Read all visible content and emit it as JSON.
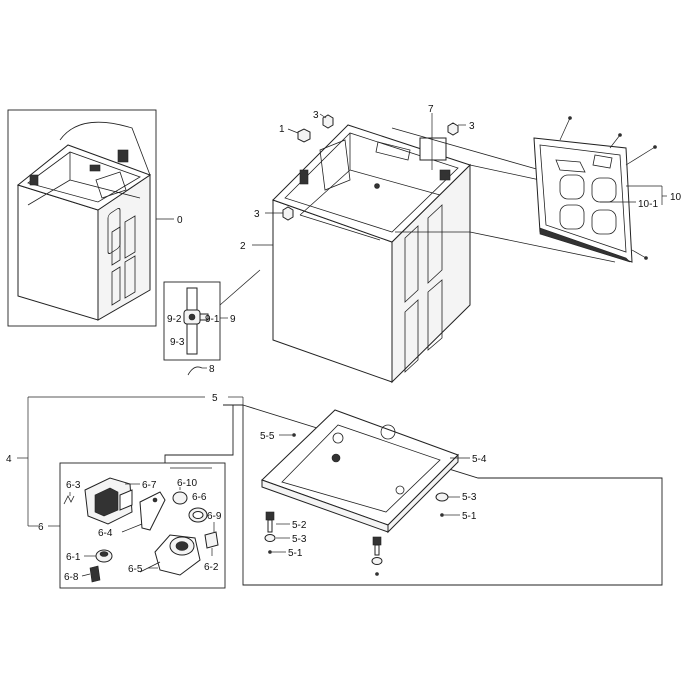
{
  "callouts": {
    "c0": "0",
    "c1": "1",
    "c2": "2",
    "c3a": "3",
    "c3b": "3",
    "c3c": "3",
    "c4": "4",
    "c5": "5",
    "c5_1a": "5-1",
    "c5_1b": "5-1",
    "c5_2": "5-2",
    "c5_3a": "5-3",
    "c5_3b": "5-3",
    "c5_4": "5-4",
    "c5_5": "5-5",
    "c6": "6",
    "c6_1": "6-1",
    "c6_2": "6-2",
    "c6_3": "6-3",
    "c6_4": "6-4",
    "c6_5": "6-5",
    "c6_6": "6-6",
    "c6_7": "6-7",
    "c6_8": "6-8",
    "c6_9": "6-9",
    "c6_10": "6-10",
    "c7": "7",
    "c8": "8",
    "c9": "9",
    "c9_1": "9-1",
    "c9_2": "9-2",
    "c9_3": "9-3",
    "c10": "10",
    "c10_1": "10-1"
  }
}
